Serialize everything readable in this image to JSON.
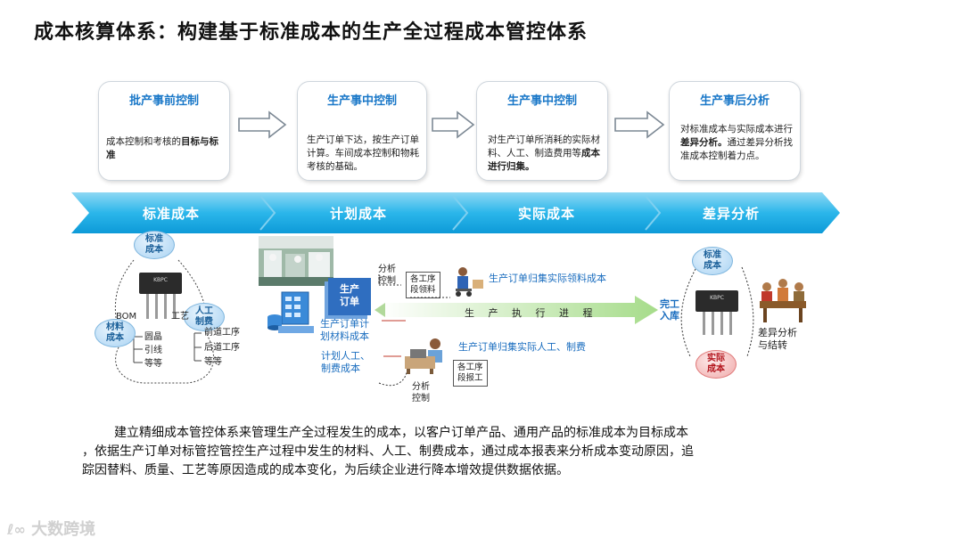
{
  "title": "成本核算体系：构建基于标准成本的生产全过程成本管控体系",
  "phases": [
    {
      "title": "批产事前控制",
      "text": "成本控制和考核的",
      "bold": "目标与标准",
      "tail": ""
    },
    {
      "title": "生产事中控制",
      "text": "生产订单下达，按生产订单计算。车间成本控制和物耗考核的基础。",
      "bold": "",
      "tail": ""
    },
    {
      "title": "生产事中控制",
      "text": "对生产订单所消耗的实际材料、人工、制造费用等",
      "bold": "成本进行归集。",
      "tail": ""
    },
    {
      "title": "生产事后分析",
      "text": "对标准成本与实际成本进行",
      "bold": "差异分析。",
      "tail": "通过差异分析找准成本控制着力点。"
    }
  ],
  "banner": [
    "标准成本",
    "计划成本",
    "实际成本",
    "差异分析"
  ],
  "left_cluster": {
    "bubble_standard": "标准\n成本",
    "bubble_material": "材料\n成本",
    "bubble_labor": "人工\n制费",
    "bom": "BOM",
    "process": "工艺",
    "chip_label": "KBPC",
    "material_items": [
      "圆晶",
      "引线",
      "等等"
    ],
    "process_items": [
      "前道工序",
      "后道工序",
      "等等"
    ]
  },
  "middle": {
    "analysis_control_top": "分析\n控制",
    "order_card": "生产\n订单",
    "plan_material": "生产订单计\n划材料成本",
    "plan_labor": "计划人工、\n制费成本",
    "dept_material": "各工序\n段领料",
    "collect_material": "生产订单归集实际领料成本",
    "progress": "生 产 执 行 进 程",
    "collect_labor": "生产订单归集实际人工、制费",
    "dept_labor": "各工序\n段报工",
    "analysis_control_bottom": "分析\n控制",
    "finish_label": "完工\n入库"
  },
  "right_cluster": {
    "bubble_standard": "标准\n成本",
    "bubble_actual": "实际\n成本",
    "chip_label": "KBPC",
    "analysis_label": "差异分析\n与结转"
  },
  "summary": [
    "建立精细成本管控体系来管理生产全过程发生的成本，以客户订单产品、通用产品的标准成本为目标成本",
    "，依据生产订单对标管控管控生产过程中发生的材料、人工、制费成本，通过成本报表来分析成本变动原因，追",
    "踪因替料、质量、工艺等原因造成的成本变化，为后续企业进行降本增效提供数据依据。"
  ],
  "watermark": "大数跨境",
  "colors": {
    "title_blue": "#1a78c8",
    "banner_light": "#8ed8f4",
    "banner_dark": "#14a8e0",
    "arrow_green": "#b5e3a0"
  }
}
